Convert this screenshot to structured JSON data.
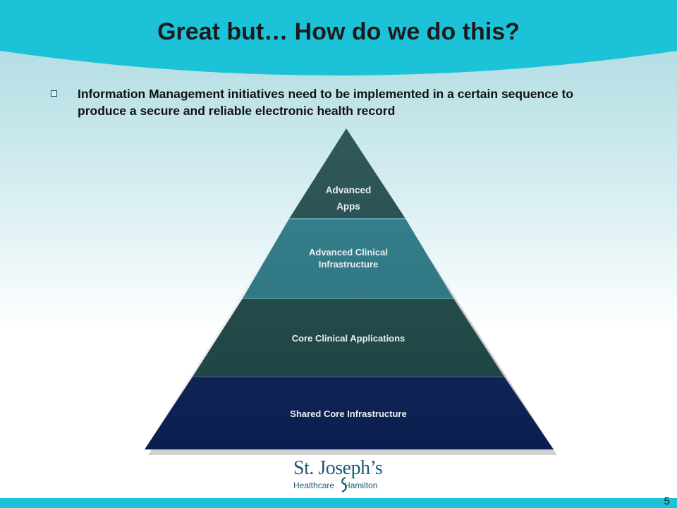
{
  "slide": {
    "title": "Great but… How do we do this?",
    "bullet": "Information Management initiatives need to be implemented in a certain sequence to produce a secure and reliable electronic health record",
    "slide_number": "5"
  },
  "pyramid": {
    "tiers": [
      {
        "line1": "Advanced",
        "line2": "Apps",
        "color": "#1f4a4c"
      },
      {
        "line1": "Advanced Clinical",
        "line2": "Infrastructure",
        "color": "#2a7886"
      },
      {
        "line1": "Core Clinical Applications",
        "line2": "",
        "color": "#1c4745"
      },
      {
        "line1": "Shared Core Infrastructure",
        "line2": "",
        "color": "#0b2157"
      }
    ]
  },
  "logo": {
    "name": "St. Joseph’s",
    "left": "Healthcare",
    "right": "Hamilton"
  },
  "colors": {
    "header_band": "#1cc3d8",
    "footer_bar": "#1cc3d8",
    "logo_text": "#1f5a78"
  }
}
